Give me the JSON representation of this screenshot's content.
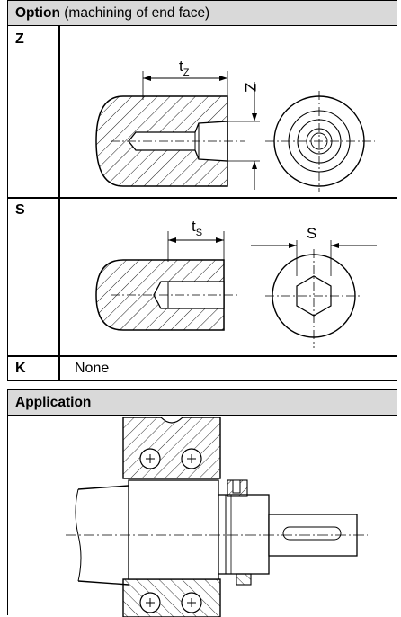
{
  "option_table": {
    "header_bold": "Option",
    "header_rest": " (machining of end face)",
    "rows": [
      {
        "code": "Z",
        "dim_label": "t",
        "dim_sub": "Z",
        "side_label": "Z"
      },
      {
        "code": "S",
        "dim_label": "t",
        "dim_sub": "S",
        "side_label": "S"
      },
      {
        "code": "K",
        "text": "None"
      }
    ]
  },
  "application_table": {
    "header": "Application"
  }
}
